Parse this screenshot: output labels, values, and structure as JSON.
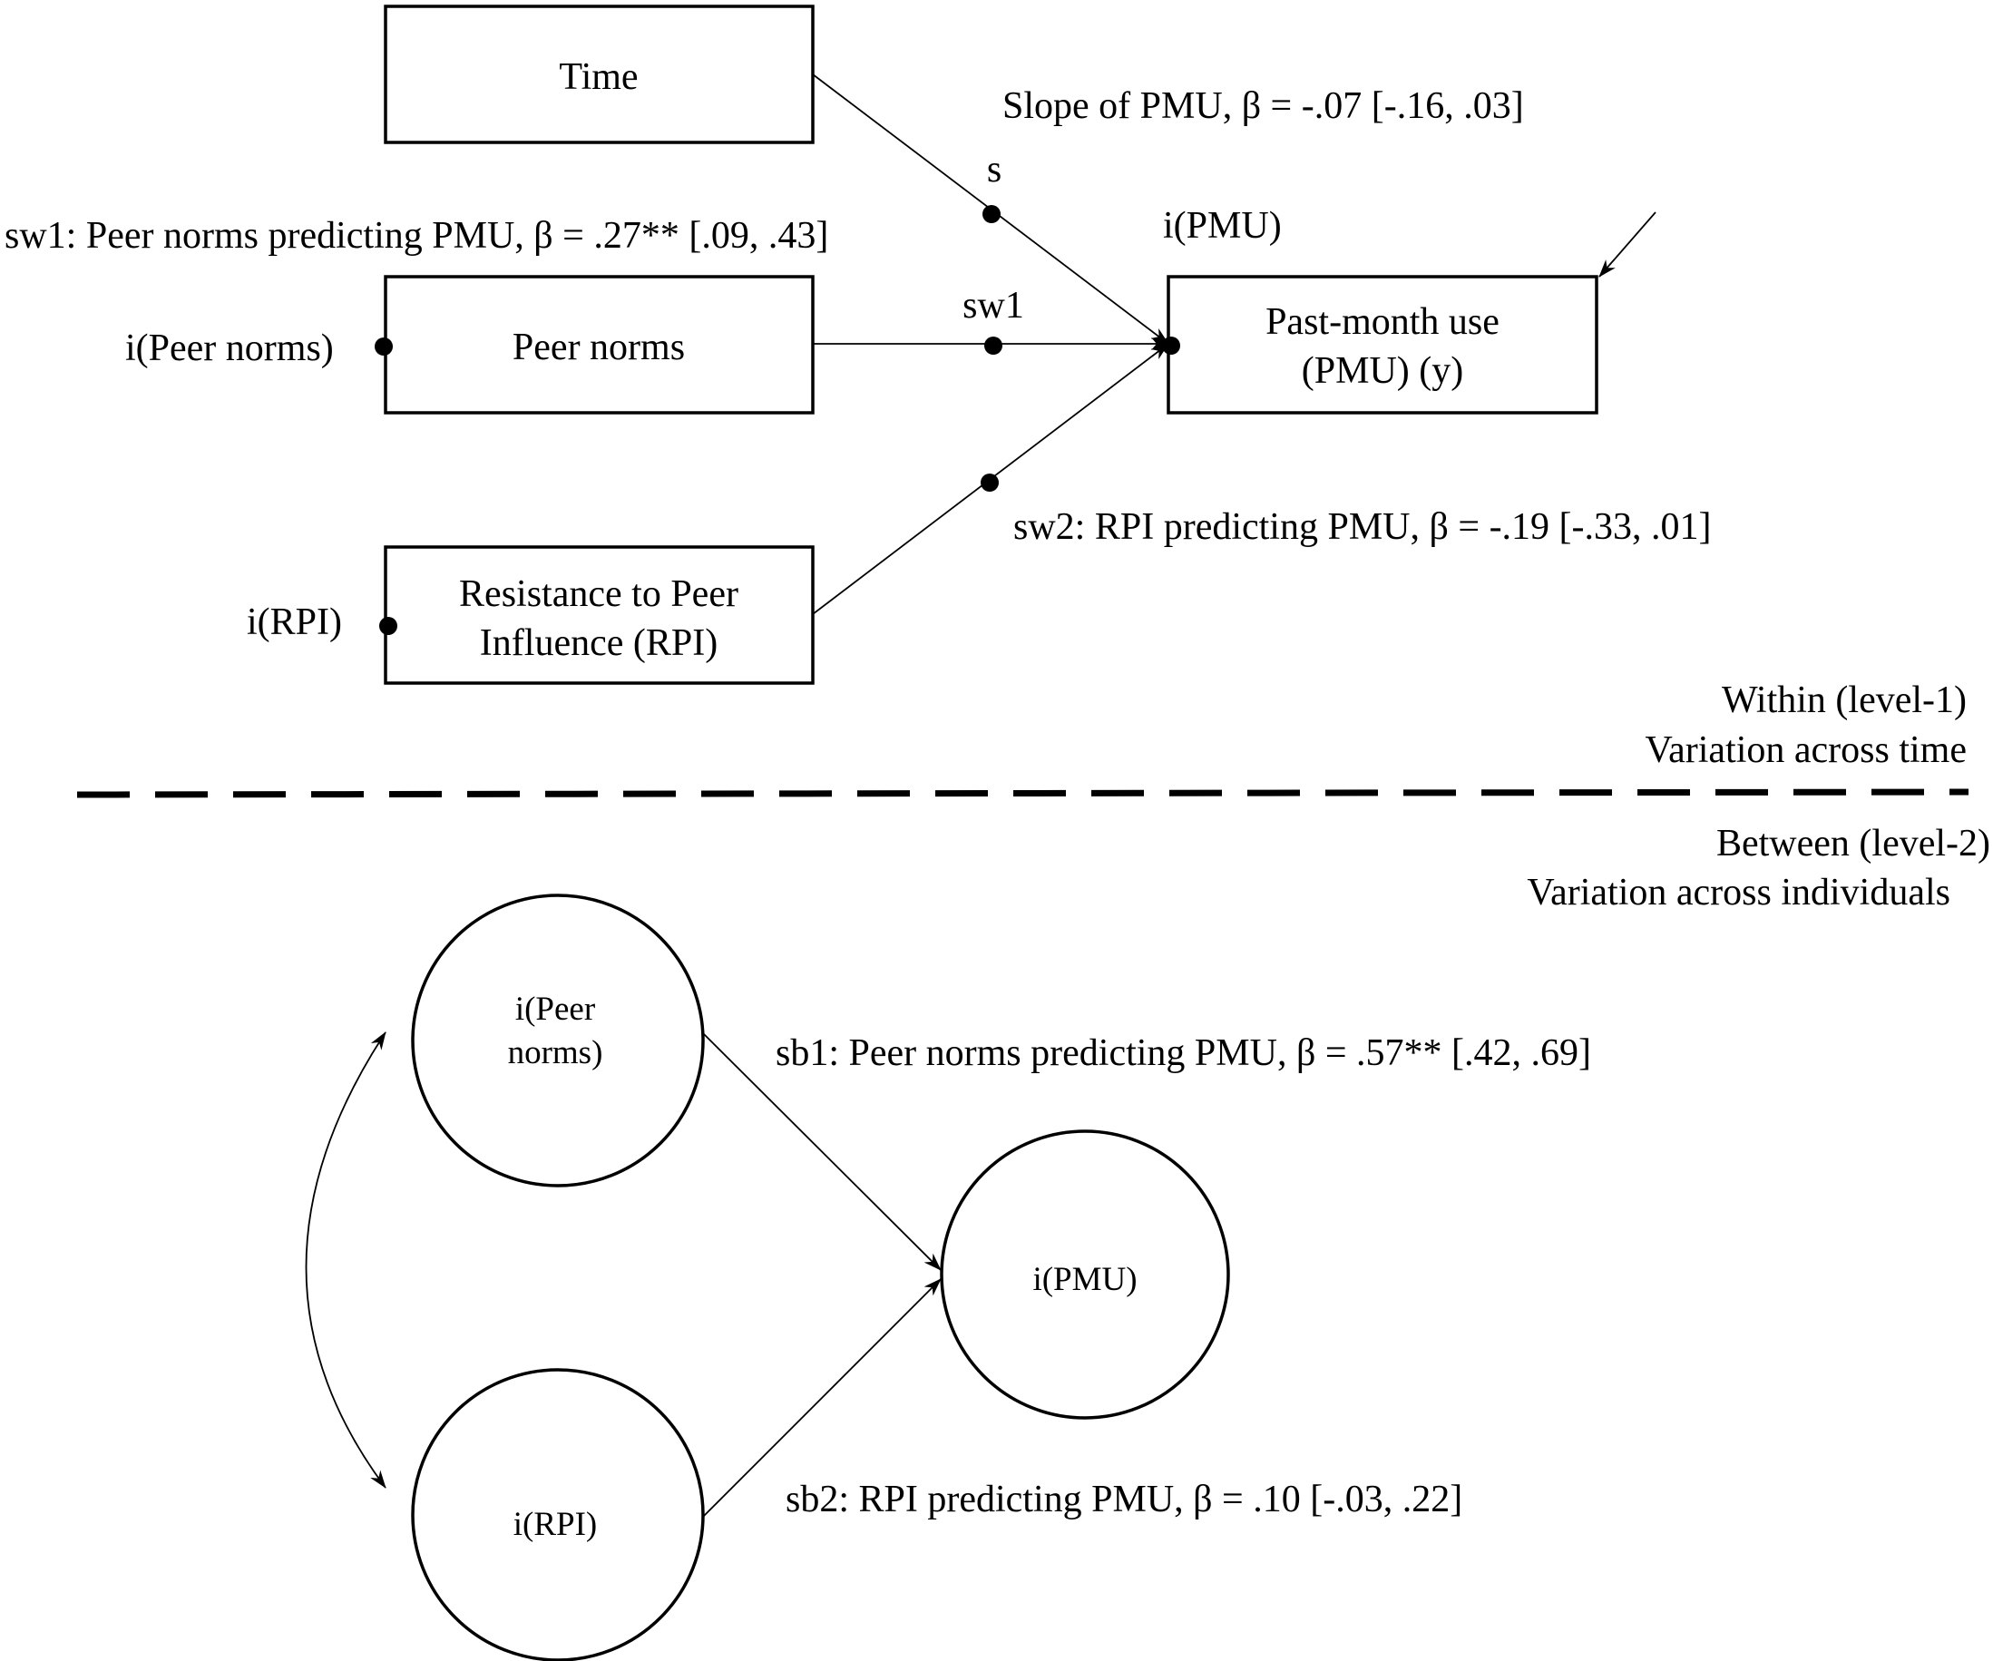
{
  "within": {
    "boxes": {
      "time": "Time",
      "peer_norms": "Peer norms",
      "rpi_line1": "Resistance to Peer",
      "rpi_line2": "Influence (RPI)",
      "pmu_line1": "Past-month use",
      "pmu_line2": "(PMU) (y)"
    },
    "intercept_labels": {
      "peer_norms": "i(Peer norms)",
      "rpi": "i(RPI)",
      "pmu": "i(PMU)"
    },
    "path_labels": {
      "s": "s",
      "sw1": "sw1"
    },
    "annotations": {
      "slope": "Slope of PMU, β = -.07 [-.16, .03]",
      "sw1": "sw1: Peer norms predicting PMU, β = .27** [.09, .43]",
      "sw2": "sw2: RPI predicting PMU, β = -.19 [-.33, .01]"
    },
    "level_line1": "Within (level-1)",
    "level_line2": "Variation across time"
  },
  "between": {
    "level_line1": "Between (level-2)",
    "level_line2": "Variation across individuals",
    "circles": {
      "peer_line1": "i(Peer",
      "peer_line2": "norms)",
      "rpi": "i(RPI)",
      "pmu": "i(PMU)"
    },
    "annotations": {
      "sb1": "sb1: Peer norms predicting PMU, β = .57** [.42, .69]",
      "sb2": "sb2: RPI predicting PMU, β = .10 [-.03, .22]"
    }
  }
}
